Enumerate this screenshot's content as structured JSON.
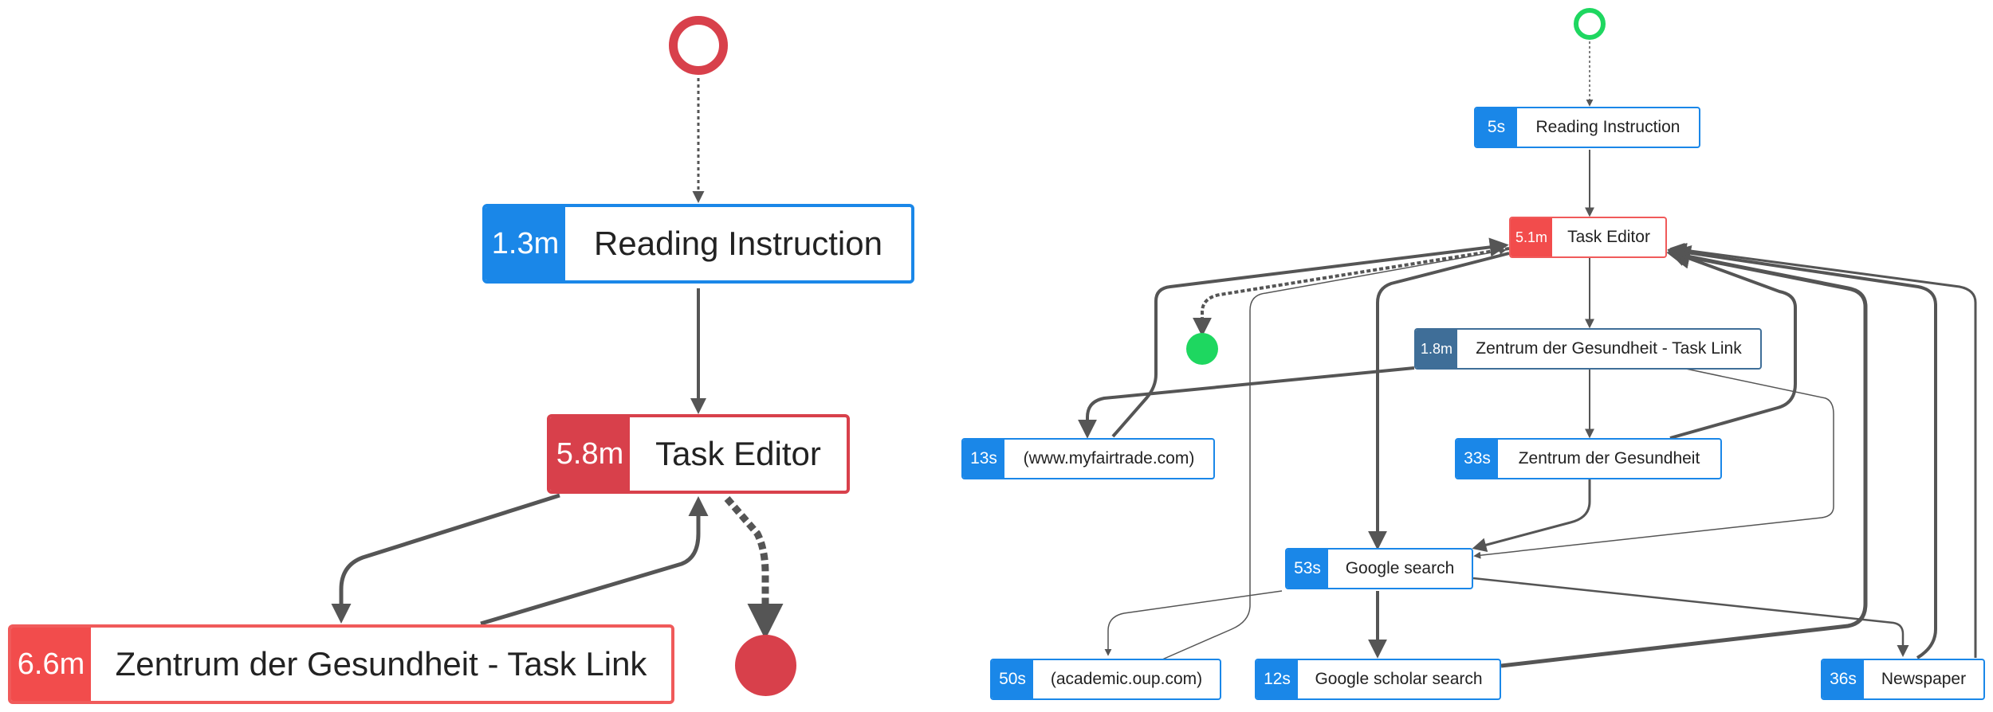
{
  "left_diagram": {
    "nodes": {
      "reading": {
        "duration": "1.3m",
        "label": "Reading Instruction",
        "color": "#1a87e8"
      },
      "task_editor": {
        "duration": "5.8m",
        "label": "Task Editor",
        "color": "#d8404b"
      },
      "zentrum_link": {
        "duration": "6.6m",
        "label": "Zentrum der Gesundheit - Task Link",
        "color": "#f24c4c"
      }
    },
    "start_color": "#d8404b",
    "end_color": "#d8404b"
  },
  "right_diagram": {
    "nodes": {
      "reading": {
        "duration": "5s",
        "label": "Reading Instruction",
        "color": "#1a87e8"
      },
      "task_editor": {
        "duration": "5.1m",
        "label": "Task Editor",
        "color": "#f24c4c"
      },
      "zentrum_link": {
        "duration": "1.8m",
        "label": "Zentrum der Gesundheit - Task Link",
        "color": "#3f6e98"
      },
      "myfairtrade": {
        "duration": "13s",
        "label": "(www.myfairtrade.com)",
        "color": "#1a87e8"
      },
      "zentrum": {
        "duration": "33s",
        "label": "Zentrum der Gesundheit",
        "color": "#1a87e8"
      },
      "google_search": {
        "duration": "53s",
        "label": "Google search",
        "color": "#1a87e8"
      },
      "academic": {
        "duration": "50s",
        "label": "(academic.oup.com)",
        "color": "#1a87e8"
      },
      "scholar": {
        "duration": "12s",
        "label": "Google scholar search",
        "color": "#1a87e8"
      },
      "newspaper": {
        "duration": "36s",
        "label": "Newspaper",
        "color": "#1a87e8"
      }
    },
    "start_color": "#1ed760",
    "end_color": "#1ed760"
  },
  "edge_color": "#555555"
}
